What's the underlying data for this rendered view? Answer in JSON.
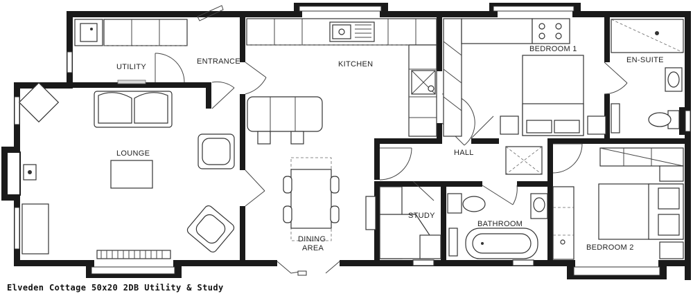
{
  "rooms": {
    "utility": "UTILITY",
    "entrance": "ENTRANCE",
    "kitchen": "KITCHEN",
    "bedroom1": "BEDROOM 1",
    "ensuite": "EN-SUITE",
    "lounge": "LOUNGE",
    "hall": "HALL",
    "study": "STUDY",
    "bathroom": "BATHROOM",
    "dining_line1": "DINING",
    "dining_line2": "AREA",
    "bedroom2": "BEDROOM 2"
  },
  "caption": "Elveden Cottage 50x20 2DB Utility & Study"
}
